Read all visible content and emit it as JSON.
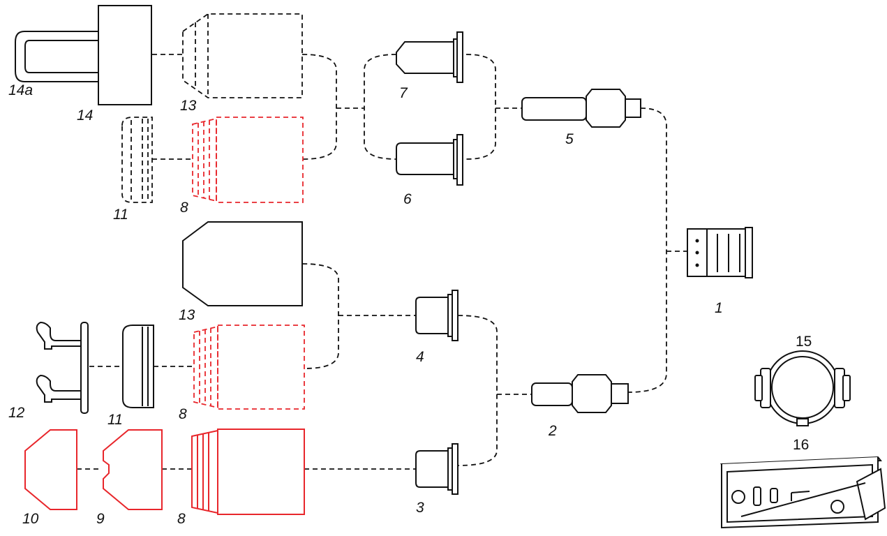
{
  "labels": {
    "l1": "1",
    "l2": "2",
    "l3": "3",
    "l4": "4",
    "l5": "5",
    "l6": "6",
    "l7": "7",
    "l8a": "8",
    "l8b": "8",
    "l8c": "8",
    "l9": "9",
    "l10": "10",
    "l11a": "11",
    "l11b": "11",
    "l12": "12",
    "l13a": "13",
    "l13b": "13",
    "l14": "14",
    "l14a": "14a",
    "l15": "15",
    "l16": "16"
  },
  "colors": {
    "line": "#111111",
    "highlight": "#e8262b",
    "background": "#ffffff"
  }
}
